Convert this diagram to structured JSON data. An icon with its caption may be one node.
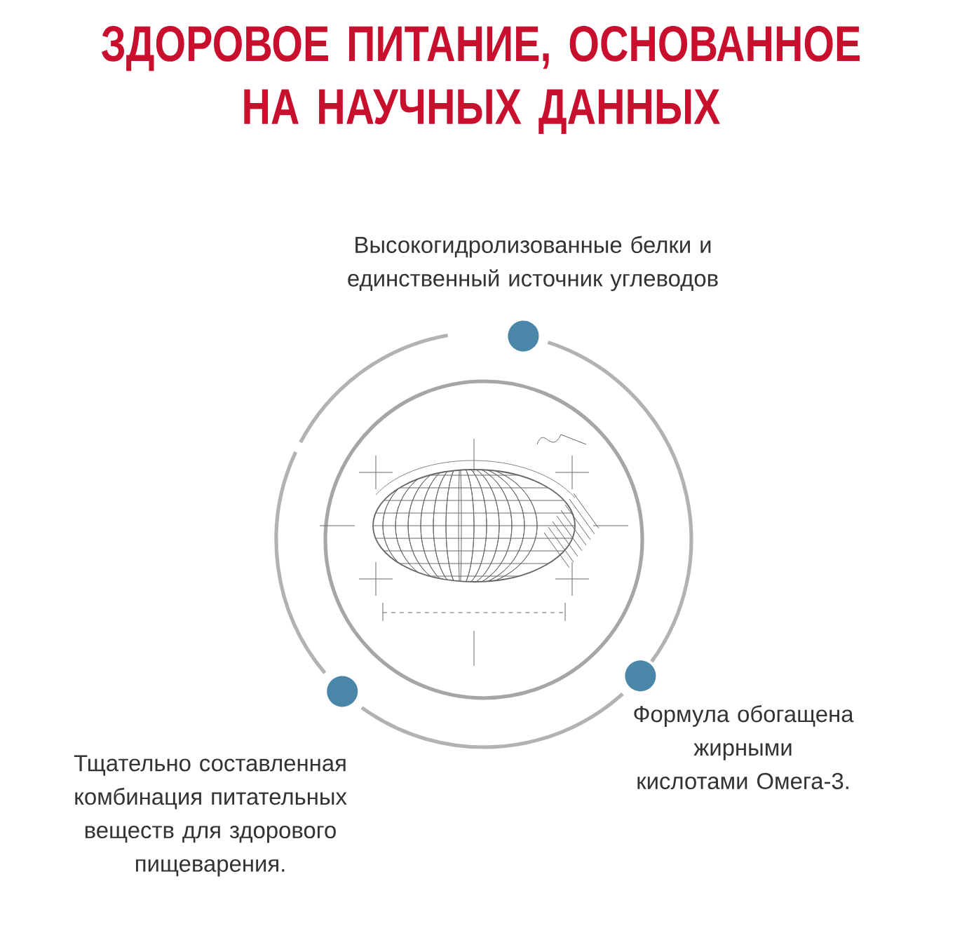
{
  "diagram": {
    "title": "ЗДОРОВОЕ ПИТАНИЕ, ОСНОВАННОЕ НА НАУЧНЫХ ДАННЫХ",
    "labels": [
      "Высокогидролизованные белки и единственный источник углеводов",
      "Формула обогащена жирными кислотами Омега-3.",
      "Тщательно составленная комбинация питательных веществ для здорового пищеварения."
    ]
  }
}
